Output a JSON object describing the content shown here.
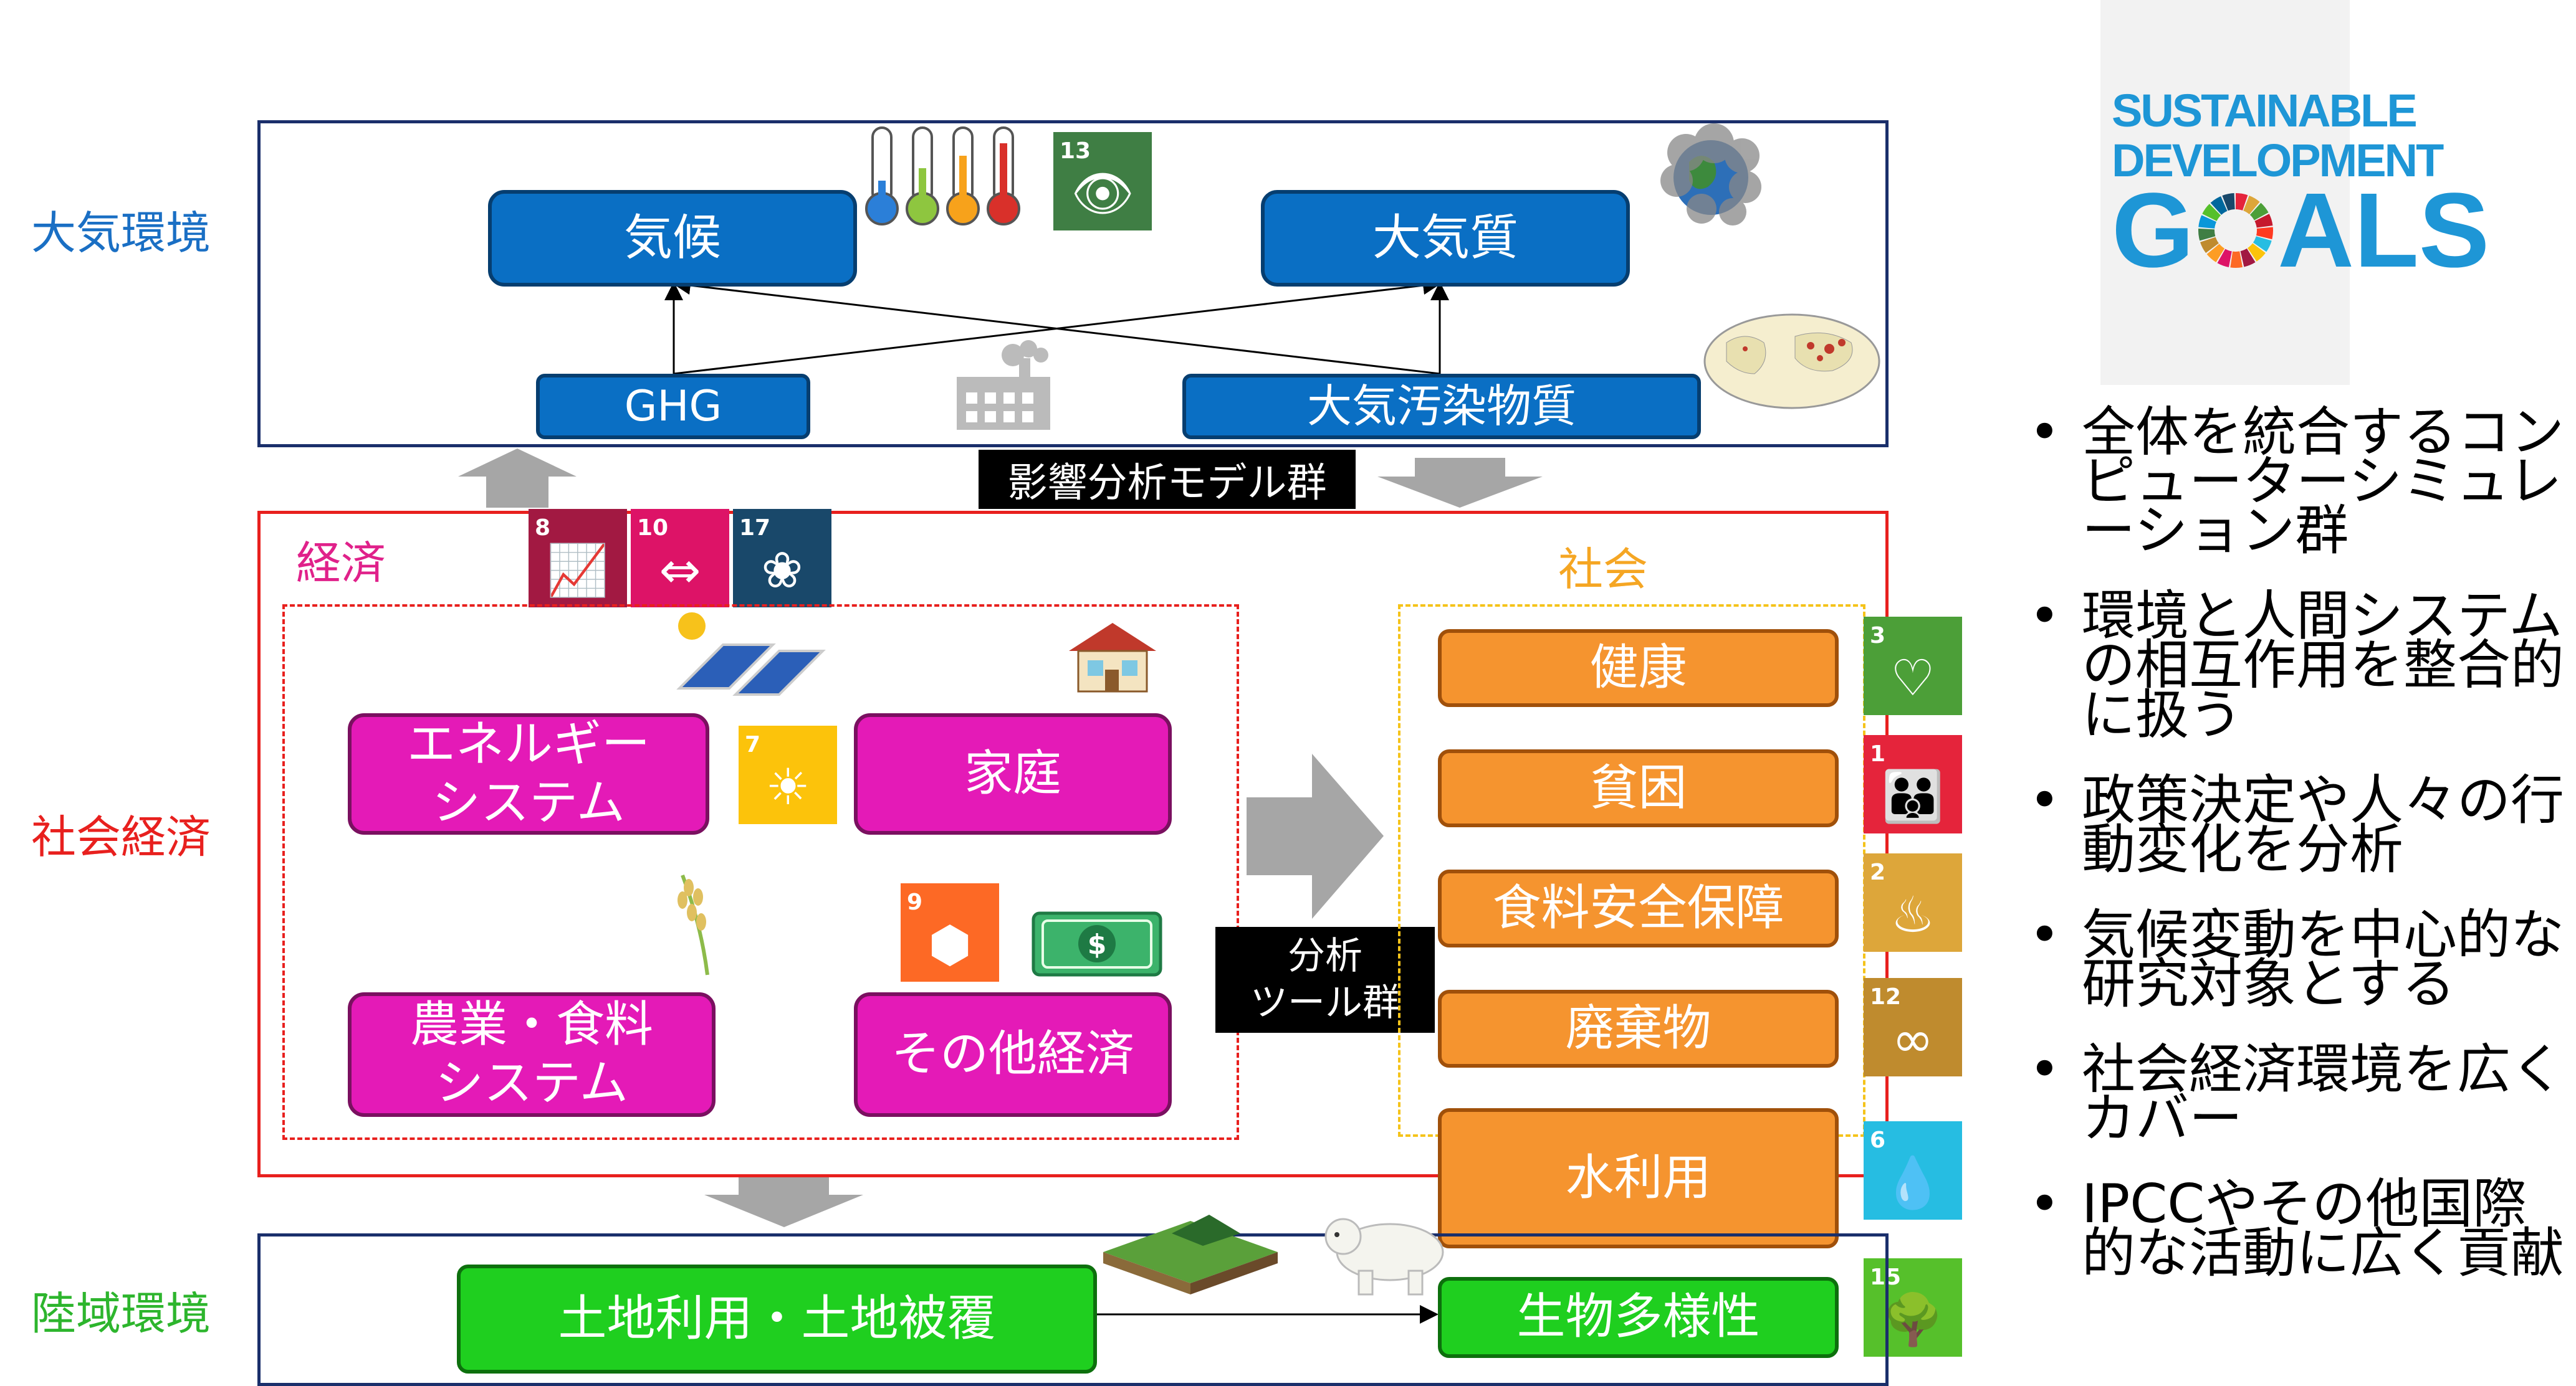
{
  "sections": {
    "atmosphere": "大気環境",
    "socioeconomy": "社会経済",
    "land": "陸域環境"
  },
  "atmosphere": {
    "climate": "気候",
    "air_quality": "大気質",
    "ghg": "GHG",
    "pollutants": "大気汚染物質"
  },
  "impact_models_label": "影響分析モデル群",
  "economy": {
    "title": "経済",
    "energy": "エネルギー\nシステム",
    "household": "家庭",
    "agriculture": "農業・食料\nシステム",
    "other": "その他経済"
  },
  "analysis_tools_label": "分析\nツール群",
  "society": {
    "title": "社会",
    "items": [
      "健康",
      "貧困",
      "食料安全保障",
      "廃棄物",
      "水利用"
    ]
  },
  "land": {
    "land_use": "土地利用・土地被覆",
    "biodiversity": "生物多様性"
  },
  "sdg_logo": {
    "line1": "SUSTAINABLE",
    "line2": "DEVELOPMENT",
    "line3_a": "G",
    "line3_b": "ALS"
  },
  "sdg_icons": [
    {
      "num": "13",
      "color": "#3f7e44",
      "icon": "eye-globe-icon"
    },
    {
      "num": "8",
      "color": "#a21942",
      "icon": "growth-chart-icon"
    },
    {
      "num": "10",
      "color": "#dd1367",
      "icon": "equality-icon"
    },
    {
      "num": "17",
      "color": "#19486a",
      "icon": "partnership-flower-icon"
    },
    {
      "num": "7",
      "color": "#fcc30b",
      "icon": "sun-power-icon"
    },
    {
      "num": "9",
      "color": "#fd6925",
      "icon": "cubes-icon"
    },
    {
      "num": "3",
      "color": "#4c9f38",
      "icon": "heartbeat-icon"
    },
    {
      "num": "1",
      "color": "#e5243b",
      "icon": "family-icon"
    },
    {
      "num": "2",
      "color": "#dda63a",
      "icon": "bowl-icon"
    },
    {
      "num": "12",
      "color": "#bf8b2e",
      "icon": "infinity-icon"
    },
    {
      "num": "6",
      "color": "#26bde2",
      "icon": "water-drop-icon"
    },
    {
      "num": "15",
      "color": "#56c02b",
      "icon": "tree-bird-icon"
    }
  ],
  "bullets": [
    "全体を統合するコンピューターシミュレーション群",
    "環境と人間システムの相互作用を整合的に扱う",
    "政策決定や人々の行動変化を分析",
    "気候変動を中心的な研究対象とする",
    "社会経済環境を広くカバー",
    "IPCCやその他国際的な活動に広く貢献"
  ],
  "colors": {
    "atmosphere": "#1a6fc4",
    "socioeconomy": "#e8201e",
    "land": "#2db52d",
    "economy": "#e0218a",
    "society": "#f5a623"
  }
}
